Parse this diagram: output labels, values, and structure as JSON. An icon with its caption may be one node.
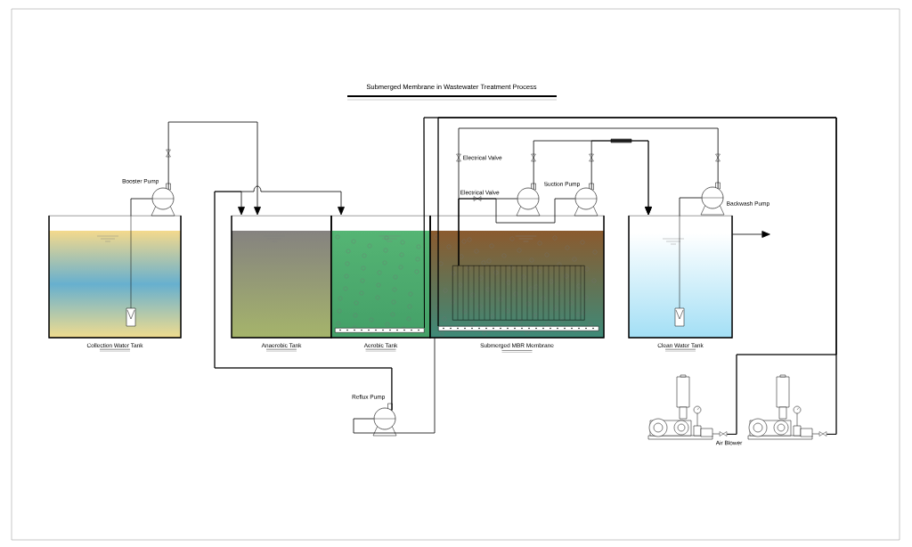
{
  "diagram": {
    "title": "Submerged Membrane  in Wastewater Treatment Process",
    "nodes": [
      {
        "text": [
          "Collection Water Tank"
        ]
      },
      {
        "text": [
          "Booster Pump"
        ]
      },
      {
        "text": [
          "Anaerobic Tank"
        ]
      },
      {
        "text": [
          "Aerobic Tank"
        ]
      },
      {
        "text": [
          "Submerged MBR Membrane"
        ]
      },
      {
        "text": [],
        "shape": "box",
        "in": 4
      },
      {
        "text": [
          "Suction Pump"
        ]
      },
      {
        "text": [],
        "shape": "picture"
      },
      {
        "text": [
          "Backwash Pump"
        ]
      },
      {
        "text": [
          "Clean Water Tank"
        ]
      },
      {
        "text": [
          "Reflux Pump"
        ]
      },
      {
        "text": [
          "Air Blower"
        ]
      },
      {
        "text": [],
        "shape": "picture"
      },
      {
        "text": [],
        "shape": "bar",
        "in": 3
      },
      {
        "text": [],
        "shape": "bar",
        "in": 4
      }
    ],
    "edges": [
      {
        "from": 0,
        "to": 1,
        "arrow": "none"
      },
      {
        "from": 1,
        "to": 2,
        "arrow": "to"
      },
      {
        "from": 10,
        "to": 2,
        "arrow": "to"
      },
      {
        "from": 10,
        "to": 3,
        "arrow": "to"
      },
      {
        "from": 4,
        "to": 10,
        "arrow": "none"
      },
      {
        "from": 5,
        "to": 6,
        "arrow": "none"
      },
      {
        "from": 5,
        "to": 7,
        "arrow": "none"
      },
      {
        "from": 6,
        "to": 9,
        "arrow": "to"
      },
      {
        "from": 7,
        "to": 9,
        "arrow": "to"
      },
      {
        "from": 8,
        "to": 5,
        "arrow": "none"
      },
      {
        "from": 9,
        "to": 8,
        "arrow": "none"
      },
      {
        "from": 11,
        "to": 13,
        "arrow": "none"
      },
      {
        "from": 11,
        "to": 14,
        "arrow": "none"
      },
      {
        "from": 12,
        "to": 13,
        "arrow": "none"
      },
      {
        "from": 12,
        "to": 14,
        "arrow": "none"
      },
      {
        "from": 9,
        "to": null,
        "arrow": "to"
      }
    ],
    "labels": [
      "Electrical Valve",
      "Electrical Valve"
    ]
  }
}
